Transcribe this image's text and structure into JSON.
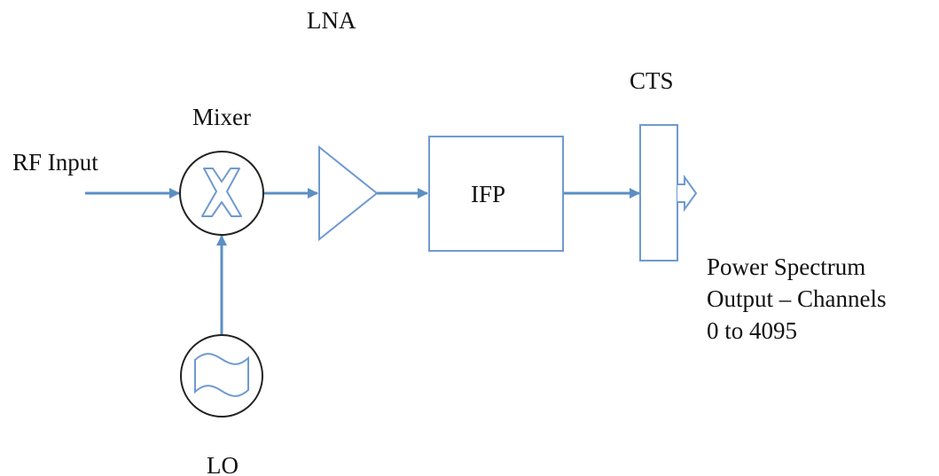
{
  "diagram": {
    "labels": {
      "lna": "LNA",
      "cts": "CTS",
      "mixer": "Mixer",
      "rf_input": "RF Input",
      "ifp": "IFP",
      "output_line1": "Power Spectrum",
      "output_line2": "Output – Channels",
      "output_line3": "0 to 4095",
      "lo": "LO"
    },
    "colors": {
      "line": "#5b8fc4",
      "block_fill": "#ffffff",
      "circle_stroke": "#222222",
      "text": "#111111"
    },
    "icons": {
      "mixer": "x-mixer-icon",
      "lo": "sine-wave-icon",
      "lna": "amplifier-triangle-icon",
      "cts": "spectrometer-output-icon"
    }
  }
}
